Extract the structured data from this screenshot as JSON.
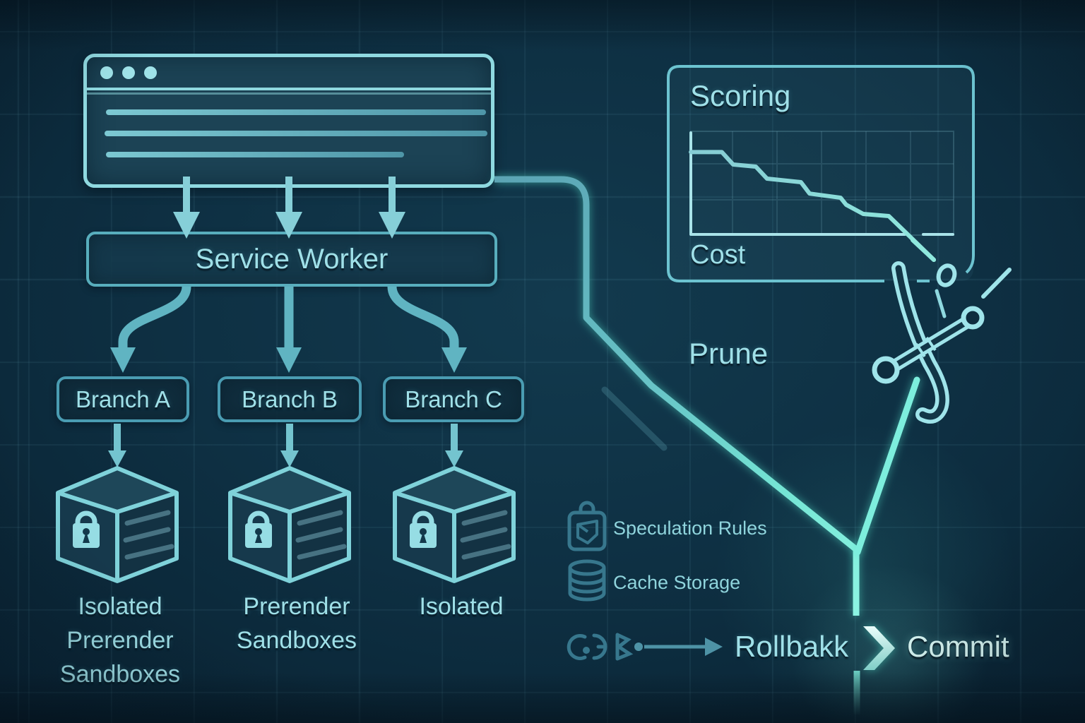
{
  "colors": {
    "background": "#0d2e40",
    "stroke_light": "#8fd9e0",
    "stroke_mid": "#58aebd",
    "bright_line": "#7deedd",
    "text": "#9fe0e8",
    "muted_icon": "#37778d"
  },
  "browser_window": {
    "traffic_dots": 3,
    "content_lines": 3
  },
  "service_worker": {
    "label": "Service Worker"
  },
  "branches": [
    {
      "label": "Branch A",
      "caption_lines": [
        "Isolated",
        "Prerender",
        "Sandboxes"
      ]
    },
    {
      "label": "Branch B",
      "caption_lines": [
        "Prerender",
        "Sandboxes"
      ]
    },
    {
      "label": "Branch C",
      "caption_lines": [
        "Isolated"
      ]
    }
  ],
  "scoring": {
    "title": "Scoring",
    "axis_label": "Cost",
    "chart_data": {
      "type": "line",
      "style": "descending-staircase",
      "title": "Scoring",
      "xlabel": "Cost",
      "grid": true,
      "points": [
        [
          0.0,
          0.2
        ],
        [
          0.118,
          0.2
        ],
        [
          0.161,
          0.32
        ],
        [
          0.247,
          0.34
        ],
        [
          0.29,
          0.456
        ],
        [
          0.419,
          0.49
        ],
        [
          0.452,
          0.6
        ],
        [
          0.57,
          0.64
        ],
        [
          0.591,
          0.707
        ],
        [
          0.656,
          0.796
        ],
        [
          0.753,
          0.816
        ],
        [
          0.925,
          1.238
        ]
      ]
    }
  },
  "prune": {
    "label": "Prune"
  },
  "legend": {
    "items": [
      {
        "icon": "clipboard-check-icon",
        "label": "Speculation Rules"
      },
      {
        "icon": "database-icon",
        "label": "Cache Storage"
      }
    ]
  },
  "pipeline": {
    "rollback_label": "Rollbakk",
    "commit_label": "Commit"
  }
}
